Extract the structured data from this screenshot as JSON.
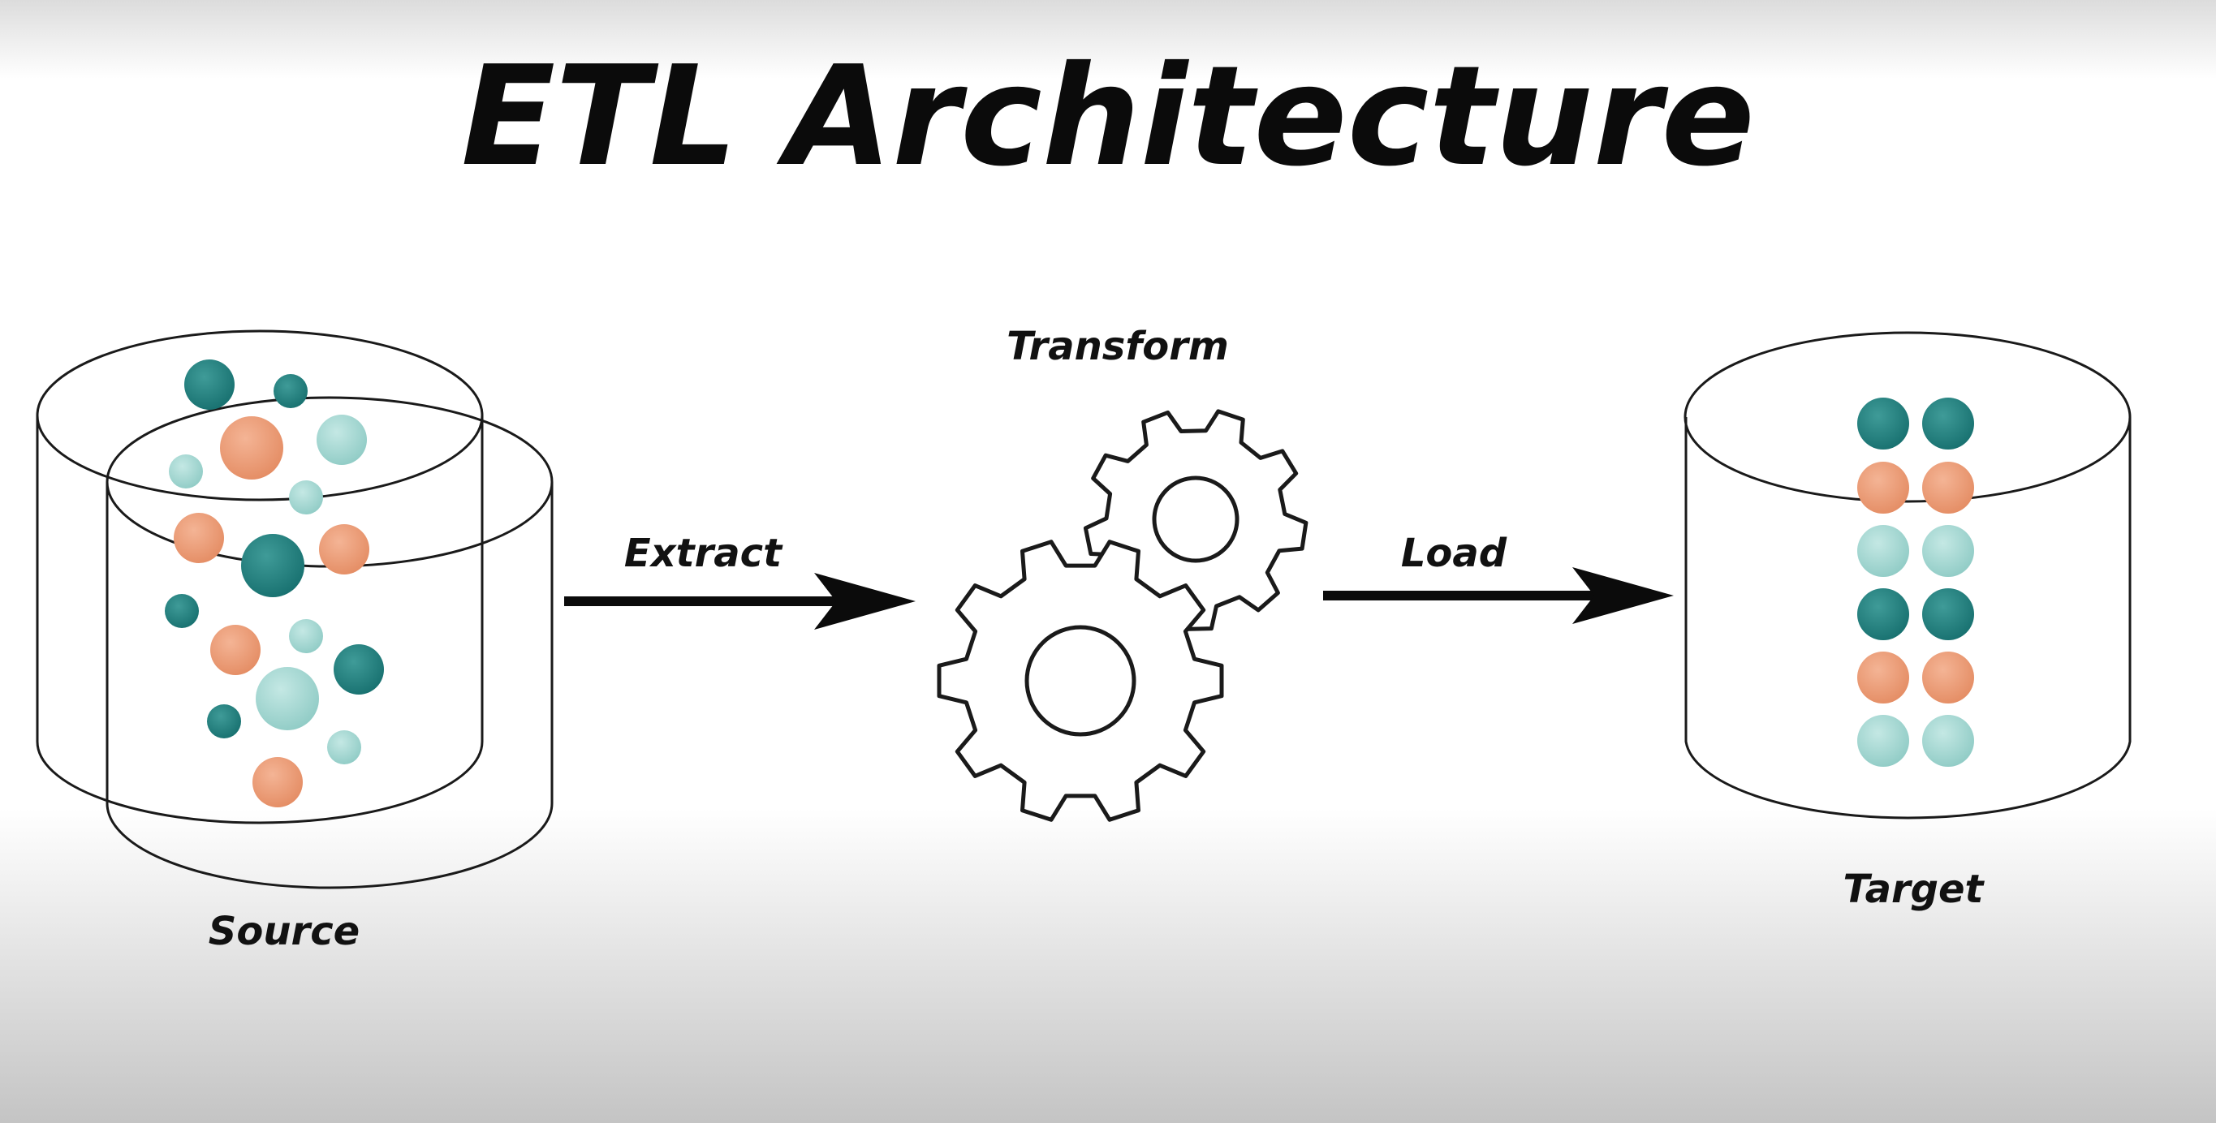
{
  "title": "ETL Architecture",
  "labels": {
    "source": "Source",
    "extract": "Extract",
    "transform": "Transform",
    "load": "Load",
    "target": "Target"
  },
  "colors": {
    "background_top": "#dcdcdc",
    "background_mid": "#ffffff",
    "background_bottom": "#c4c4c4",
    "teal_dark": "#1e7b7b",
    "teal_light": "#a3d6d1",
    "orange": "#ec9a73",
    "stroke": "#1a1a1a"
  },
  "icons": {
    "source": "database-cylinders-icon",
    "transform": "gears-icon",
    "target": "database-cylinder-icon"
  }
}
